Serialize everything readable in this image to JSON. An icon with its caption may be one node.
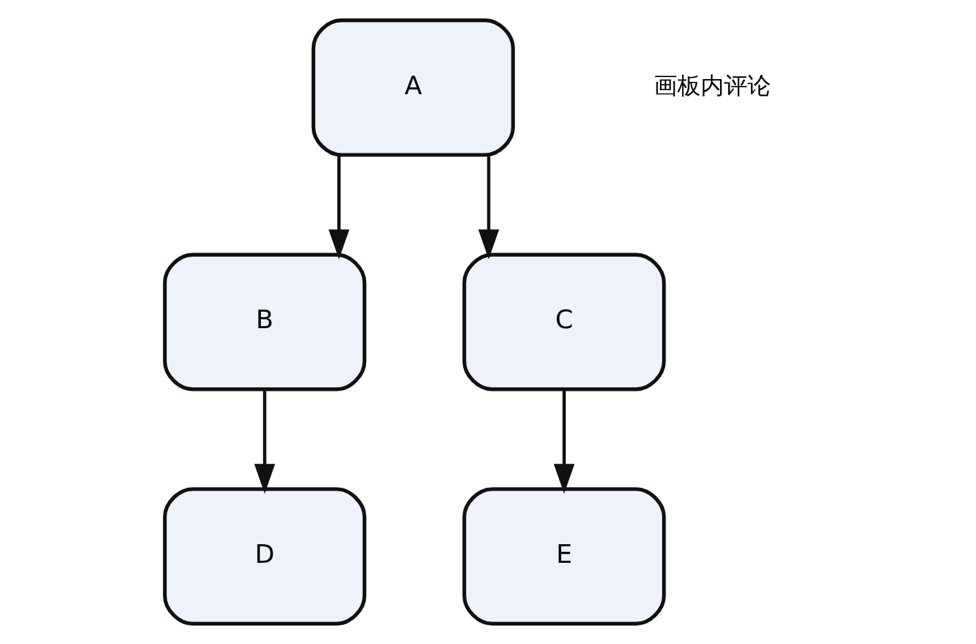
{
  "diagram": {
    "nodes": [
      {
        "text": [
          "A"
        ]
      },
      {
        "text": [
          "B"
        ]
      },
      {
        "text": [
          "C"
        ]
      },
      {
        "text": [
          "D"
        ]
      },
      {
        "text": [
          "E"
        ]
      }
    ],
    "edges": [
      {
        "from": 0,
        "to": 1,
        "arrow": "to"
      },
      {
        "from": 0,
        "to": 2,
        "arrow": "to"
      },
      {
        "from": 1,
        "to": 3,
        "arrow": "to"
      },
      {
        "from": 2,
        "to": 4,
        "arrow": "to"
      }
    ],
    "labels": [
      "画板内评论"
    ]
  }
}
